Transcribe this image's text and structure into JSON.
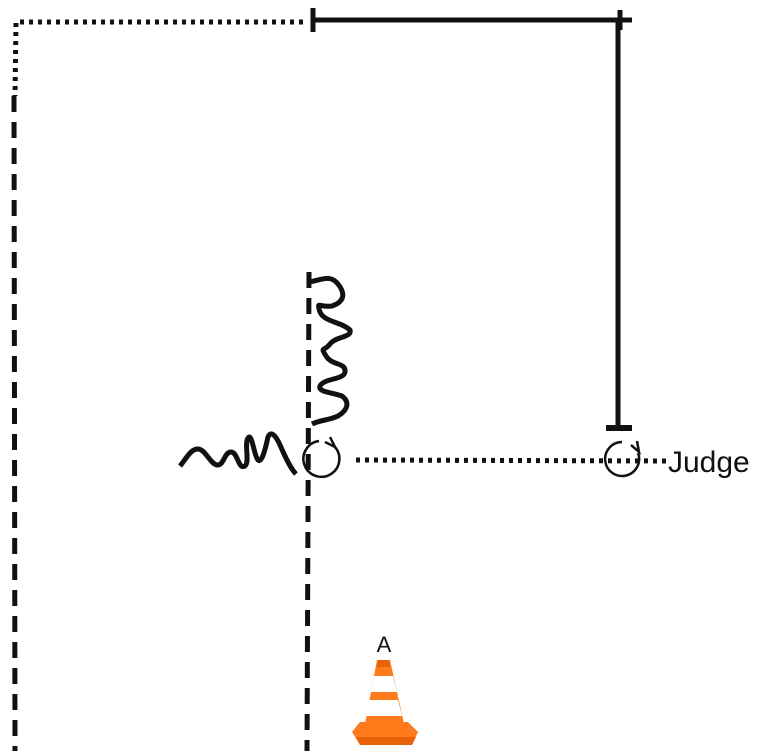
{
  "labels": {
    "judge": "Judge",
    "cone": "A"
  },
  "icons": {
    "turn_marker": "circular-arrow-icon",
    "cone": "traffic-cone-icon",
    "wavy_path": "squiggle-path"
  },
  "colors": {
    "line": "#111111",
    "background": "#ffffff",
    "cone_orange": "#ff7a1a",
    "cone_orange_dark": "#e8620a",
    "cone_stripe": "#ffffff"
  }
}
